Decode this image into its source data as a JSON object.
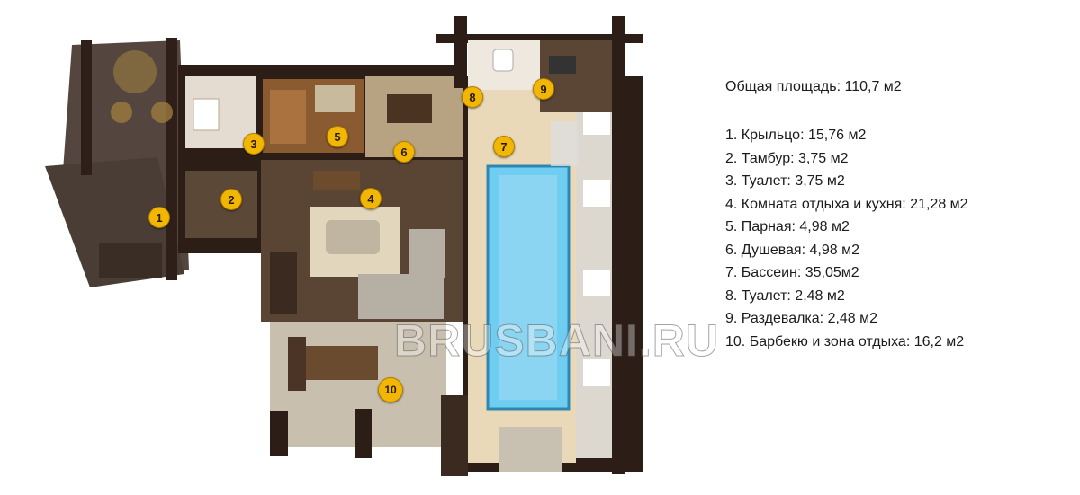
{
  "watermark": "BRUSBANI.RU",
  "total_area": "Общая площадь: 110,7 м2",
  "rooms": [
    {
      "num": "1",
      "text": "1. Крыльцо: 15,76 м2"
    },
    {
      "num": "2",
      "text": "2. Тамбур: 3,75 м2"
    },
    {
      "num": "3",
      "text": "3. Туалет: 3,75 м2"
    },
    {
      "num": "4",
      "text": "4. Комната отдыха и кухня: 21,28 м2"
    },
    {
      "num": "5",
      "text": "5. Парная: 4,98 м2"
    },
    {
      "num": "6",
      "text": "6. Душевая: 4,98 м2"
    },
    {
      "num": "7",
      "text": "7. Бассеин: 35,05м2"
    },
    {
      "num": "8",
      "text": "8. Туалет: 2,48 м2"
    },
    {
      "num": "9",
      "text": "9. Раздевалка: 2,48 м2"
    },
    {
      "num": "10",
      "text": "10. Барбекю и зона отдыха: 16,2 м2"
    }
  ],
  "colors": {
    "marker": "#f2b705",
    "wood_dark": "#3b2a20",
    "floor_wood": "#5a4434",
    "tile": "#e8dcc0",
    "pool_water": "#6ecdf0"
  }
}
